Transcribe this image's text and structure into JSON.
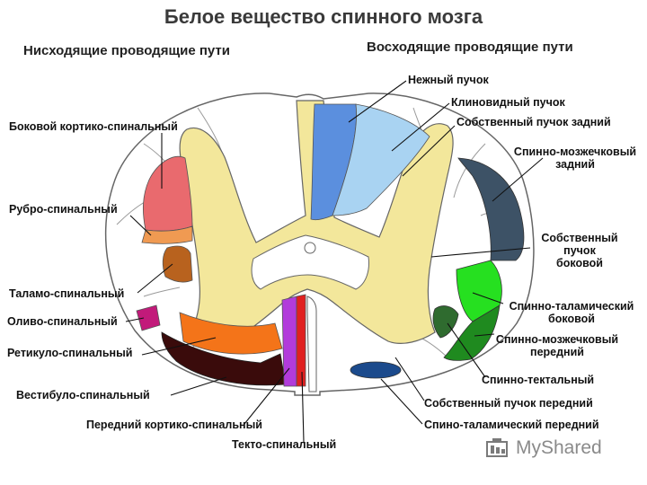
{
  "title": "Белое вещество спинного мозга",
  "descending_title": "Нисходящие проводящие пути",
  "ascending_title": "Восходящие проводящие пути",
  "descending_labels": {
    "lateral_corticospinal": "Боковой кортико-спинальный",
    "rubrospinal": "Рубро-спинальный",
    "thalamospinal": "Таламо-спинальный",
    "olivospinal": "Оливо-спинальный",
    "reticulospinal": "Ретикуло-спинальный",
    "vestibulospinal": "Вестибуло-спинальный",
    "anterior_corticospinal": "Передний кортико-спинальный",
    "tectospinal": "Текто-спинальный"
  },
  "ascending_labels": {
    "gracile": "Нежный пучок",
    "cuneate": "Клиновидный пучок",
    "posterior_proper": "Собственный пучок задний",
    "posterior_spinocerebellar_1": "Спинно-мозжечковый",
    "posterior_spinocerebellar_2": "задний",
    "lateral_proper_1": "Собственный",
    "lateral_proper_2": "пучок",
    "lateral_proper_3": "боковой",
    "lateral_spinothalamic_1": "Спинно-таламический",
    "lateral_spinothalamic_2": "боковой",
    "anterior_spinocerebellar_1": "Спинно-мозжечковый",
    "anterior_spinocerebellar_2": "передний",
    "spinotectal": "Спинно-тектальный",
    "anterior_proper": "Собственный пучок передний",
    "anterior_spinothalamic": "Спино-таламический передний"
  },
  "watermark": "MyShared",
  "colors": {
    "white_matter": "#ffffff",
    "gray_matter": "#f3e79b",
    "gracile": "#5b8fde",
    "cuneate": "#a9d3f2",
    "lateral_corticospinal": "#e96a6e",
    "rubrospinal": "#f09a52",
    "thalamospinal": "#b8621e",
    "olivospinal": "#c21a7a",
    "reticulospinal": "#f47419",
    "vestibulospinal": "#3a0b0b",
    "anterior_corticospinal": "#b23bdb",
    "tectospinal": "#e02020",
    "posterior_spinocerebellar": "#3d5266",
    "lateral_spinothalamic": "#26e020",
    "anterior_spinocerebellar": "#1f8a1f",
    "anterior_proper": "#1b4a8c"
  }
}
